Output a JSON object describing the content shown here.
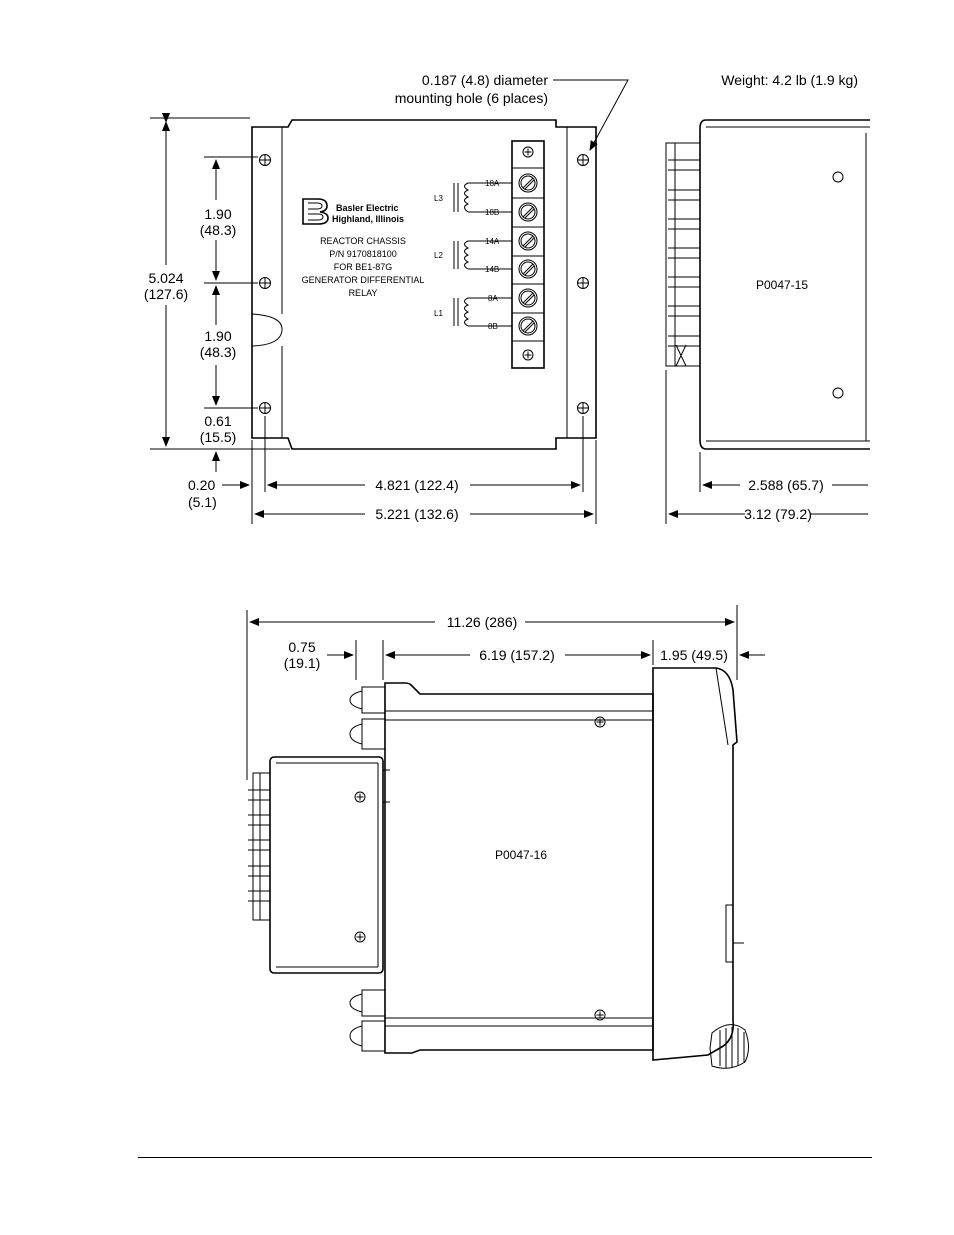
{
  "top_view": {
    "hole_note": [
      "0.187 (4.8) diameter",
      "mounting hole (6 places)"
    ],
    "weight": "Weight: 4.2 lb (1.9 kg)",
    "dim_height": [
      "5.024",
      "(127.6)"
    ],
    "dim_upper": [
      "1.90",
      "(48.3)"
    ],
    "dim_lower": [
      "1.90",
      "(48.3)"
    ],
    "dim_bottom_hole": [
      "0.61",
      "(15.5)"
    ],
    "dim_left_offset": [
      "0.20",
      "(5.1)"
    ],
    "dim_hole_span": "4.821 (122.4)",
    "dim_width": "5.221 (132.6)",
    "logo": [
      "Basler Electric",
      "Highland, Illinois"
    ],
    "plate_lines": [
      "REACTOR CHASSIS",
      "P/N 9170818100",
      "FOR BE1-87G",
      "GENERATOR DIFFERENTIAL",
      "RELAY"
    ],
    "coils": [
      {
        "name": "L3",
        "t1": "18A",
        "t2": "18B"
      },
      {
        "name": "L2",
        "t1": "14A",
        "t2": "14B"
      },
      {
        "name": "L1",
        "t1": "8A",
        "t2": "8B"
      }
    ]
  },
  "side_view": {
    "figure_id": "P0047-15",
    "dim_depth_inner": "2.588 (65.7)",
    "dim_depth": "3.12 (79.2)"
  },
  "assembly_view": {
    "figure_id": "P0047-16",
    "dim_total": "11.26 (286)",
    "dim_gap": [
      "0.75",
      "(19.1)"
    ],
    "dim_case": "6.19 (157.2)",
    "dim_front": "1.95 (49.5)"
  }
}
